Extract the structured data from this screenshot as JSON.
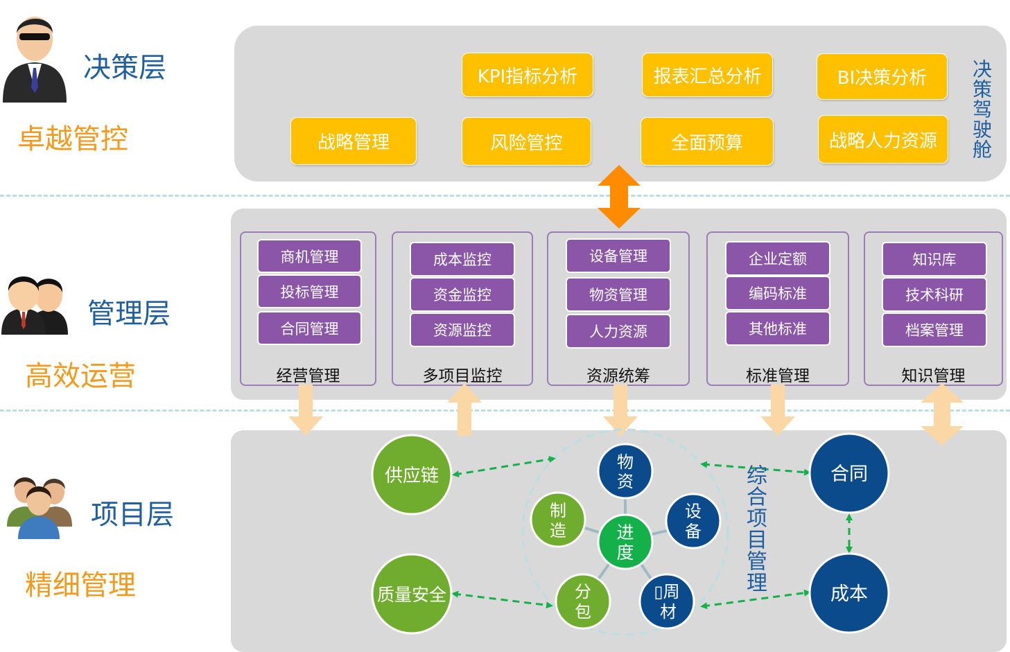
{
  "layers": {
    "decision": {
      "title": "决策层",
      "subtitle": "卓越管控"
    },
    "management": {
      "title": "管理层",
      "subtitle": "高效运营"
    },
    "project": {
      "title": "项目层",
      "subtitle": "精细管理"
    }
  },
  "decision_panel": {
    "side_title": "决策驾驶舱",
    "row1": [
      "KPI指标分析",
      "报表汇总分析",
      "BI决策分析"
    ],
    "row2": [
      "战略管理",
      "风险管控",
      "全面预算",
      "战略人力资源"
    ]
  },
  "management_panel": {
    "groups": [
      {
        "title": "经营管理",
        "items": [
          "商机管理",
          "投标管理",
          "合同管理"
        ]
      },
      {
        "title": "多项目监控",
        "items": [
          "成本监控",
          "资金监控",
          "资源监控"
        ]
      },
      {
        "title": "资源统筹",
        "items": [
          "设备管理",
          "物资管理",
          "人力资源"
        ]
      },
      {
        "title": "标准管理",
        "items": [
          "企业定额",
          "编码标准",
          "其他标准"
        ]
      },
      {
        "title": "知识管理",
        "items": [
          "知识库",
          "技术科研",
          "档案管理"
        ]
      }
    ]
  },
  "project_panel": {
    "side_title": "综合项目管理",
    "nodes": {
      "supply": "供应链",
      "quality": "质量安全",
      "contract": "合同",
      "cost": "成本",
      "center": [
        "进",
        "度"
      ],
      "materials": [
        "物",
        "资"
      ],
      "equipment": [
        "设",
        "备"
      ],
      "manufacturing": [
        "制",
        "造"
      ],
      "subcontract": [
        "分",
        "包"
      ],
      "turnover": [
        "▯周",
        "材"
      ]
    }
  },
  "colors": {
    "panel": "#d9d9d9",
    "yellow_box": "#ffc000",
    "purple_box": "#8b56a8",
    "green_light": "#70ad2e",
    "green_center": "#14b04a",
    "navy": "#0b4a8b",
    "orange_arrow": "#ff8c00",
    "pale_arrow": "#fbd7a6",
    "title_blue": "#1f5fa0",
    "subtitle_orange": "#f39a1e"
  }
}
